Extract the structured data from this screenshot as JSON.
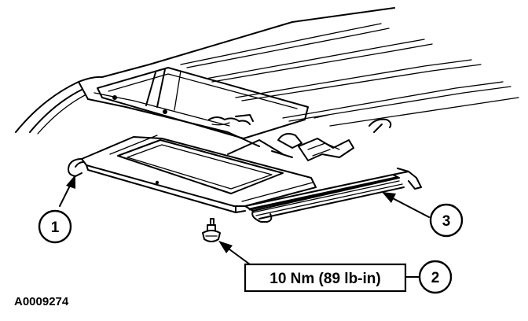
{
  "callouts": [
    {
      "number": "1"
    },
    {
      "number": "2"
    },
    {
      "number": "3"
    }
  ],
  "torque_spec": "10 Nm (89 lb-in)",
  "figure_id": "A0009274"
}
